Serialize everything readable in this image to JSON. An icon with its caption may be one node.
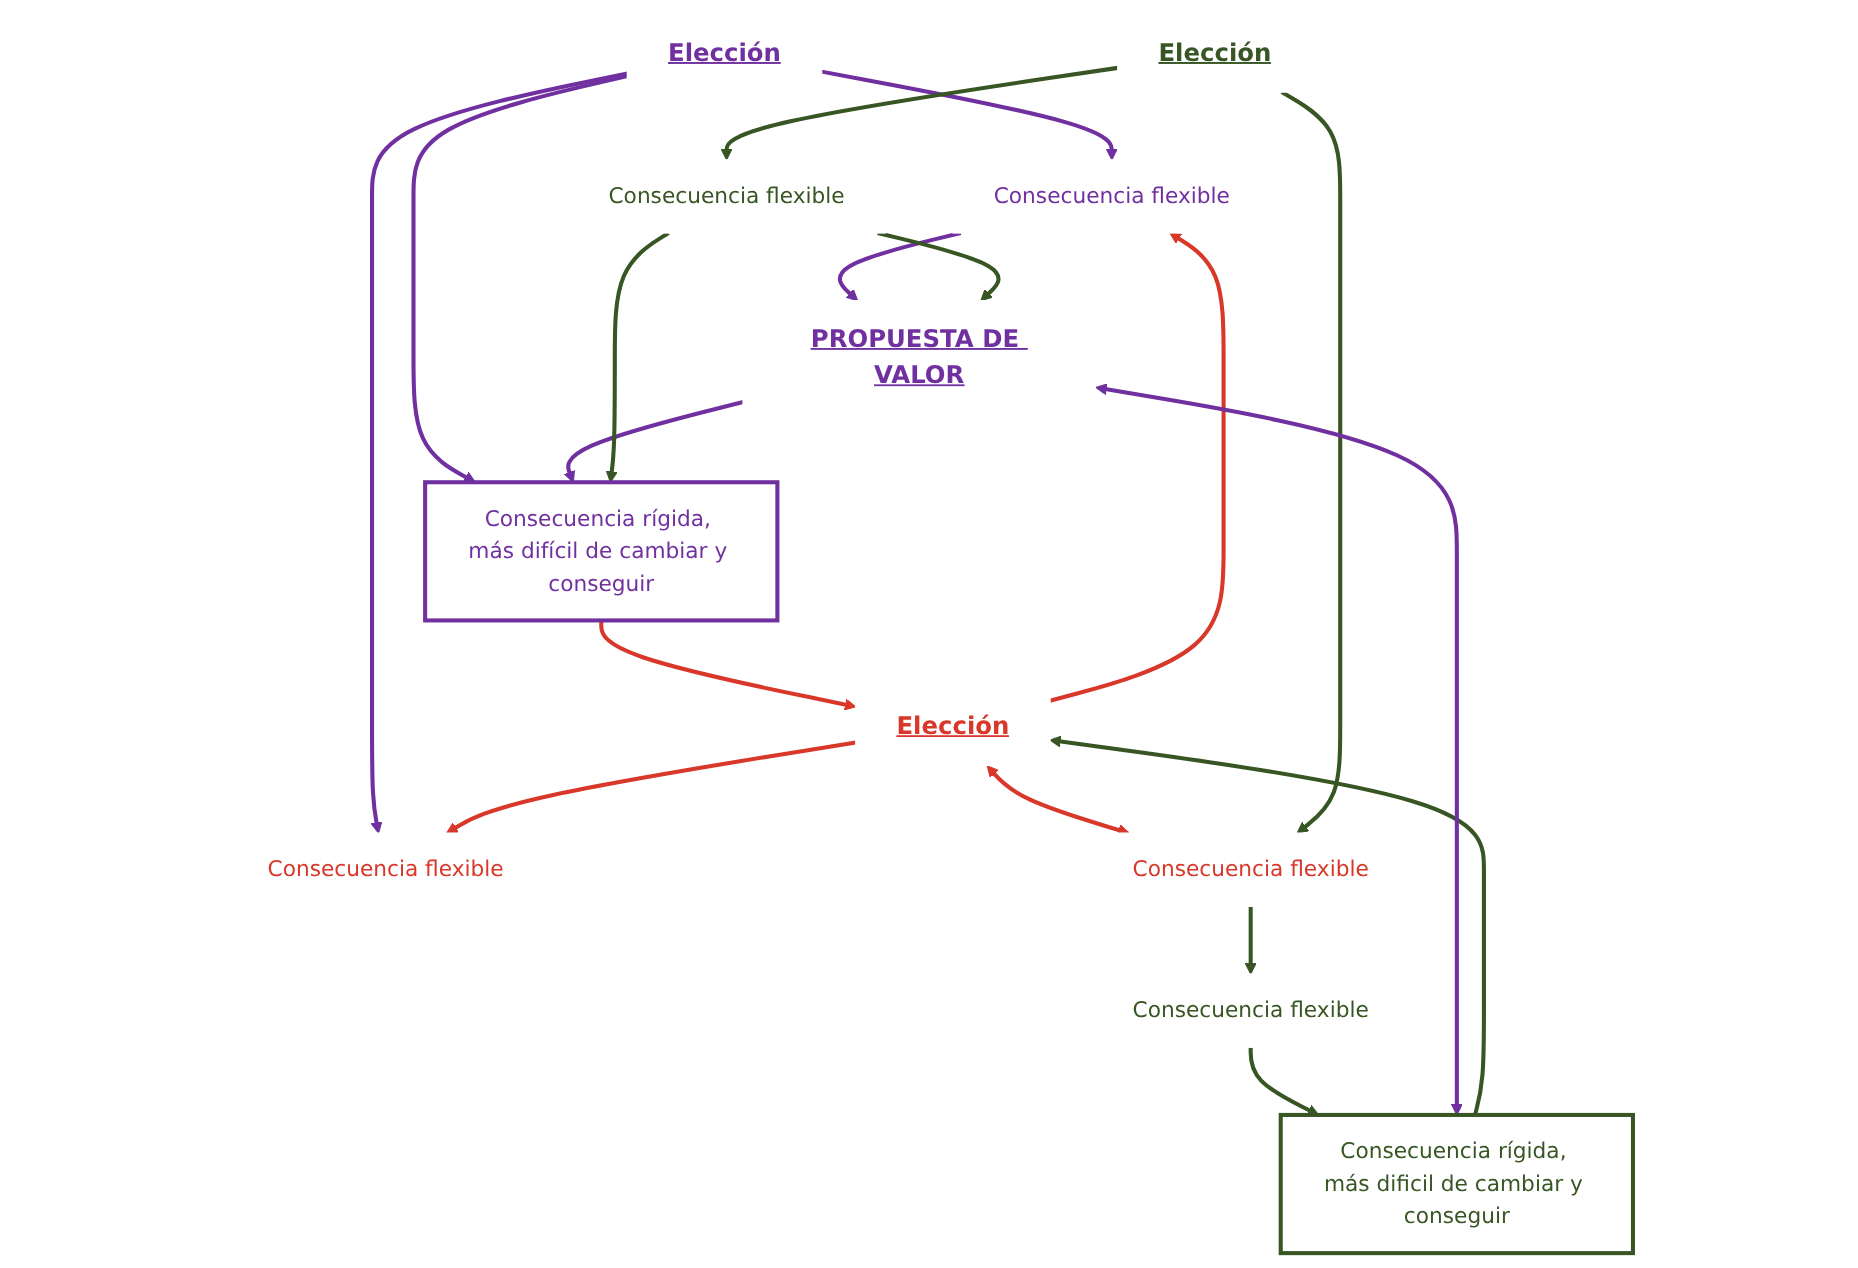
{
  "diagram": {
    "nodes": [
      {
        "text": [
          "Elección"
        ]
      },
      {
        "text": [
          "Elección"
        ]
      },
      {
        "text": [
          "Consecuencia flexible"
        ]
      },
      {
        "text": [
          "Consecuencia flexible"
        ]
      },
      {
        "text": [
          "Consecuencia rígida, más difícil de cambiar y conseguir"
        ]
      },
      {
        "text": [
          "PROPUESTA DE VALOR"
        ]
      },
      {
        "text": [
          "Elección"
        ]
      },
      {
        "text": [
          "Consecuencia flexible"
        ]
      },
      {
        "text": [
          "Consecuencia flexible"
        ]
      },
      {
        "text": [
          "Consecuencia flexible"
        ]
      },
      {
        "text": [
          "Consecuencia rígida, más dificil de cambiar y conseguir"
        ]
      }
    ],
    "edges": [
      {
        "from": 0,
        "to": 2,
        "arrow": "to",
        "color": "#7030a0"
      },
      {
        "from": 0,
        "to": 3,
        "arrow": "to",
        "color": "#7030a0"
      },
      {
        "from": 0,
        "to": 4,
        "arrow": "to",
        "color": "#7030a0"
      },
      {
        "from": 1,
        "to": 2,
        "arrow": "to",
        "color": "#d9372a"
      },
      {
        "from": 1,
        "to": 3,
        "arrow": "to",
        "color": "#d9372a"
      },
      {
        "from": 4,
        "to": 1,
        "arrow": "to",
        "color": "#d9372a"
      },
      {
        "from": 1,
        "to": 7,
        "arrow": "both",
        "color": "#d9372a"
      },
      {
        "from": 2,
        "to": 5,
        "arrow": "to",
        "color": "#7030a0"
      },
      {
        "from": 5,
        "to": 4,
        "arrow": "to",
        "color": "#7030a0"
      },
      {
        "from": 6,
        "to": 7,
        "arrow": "to"
      },
      {
        "from": 6,
        "to": 8,
        "arrow": "to"
      },
      {
        "from": 8,
        "to": 5,
        "arrow": "to"
      },
      {
        "from": 8,
        "to": 4,
        "arrow": "to"
      },
      {
        "from": 7,
        "to": 9,
        "arrow": "to"
      },
      {
        "from": 9,
        "to": 10,
        "arrow": "to"
      },
      {
        "from": 10,
        "to": 1,
        "arrow": "to"
      },
      {
        "from": 5,
        "to": 10,
        "arrow": "both",
        "color": "#7030a0"
      }
    ]
  }
}
